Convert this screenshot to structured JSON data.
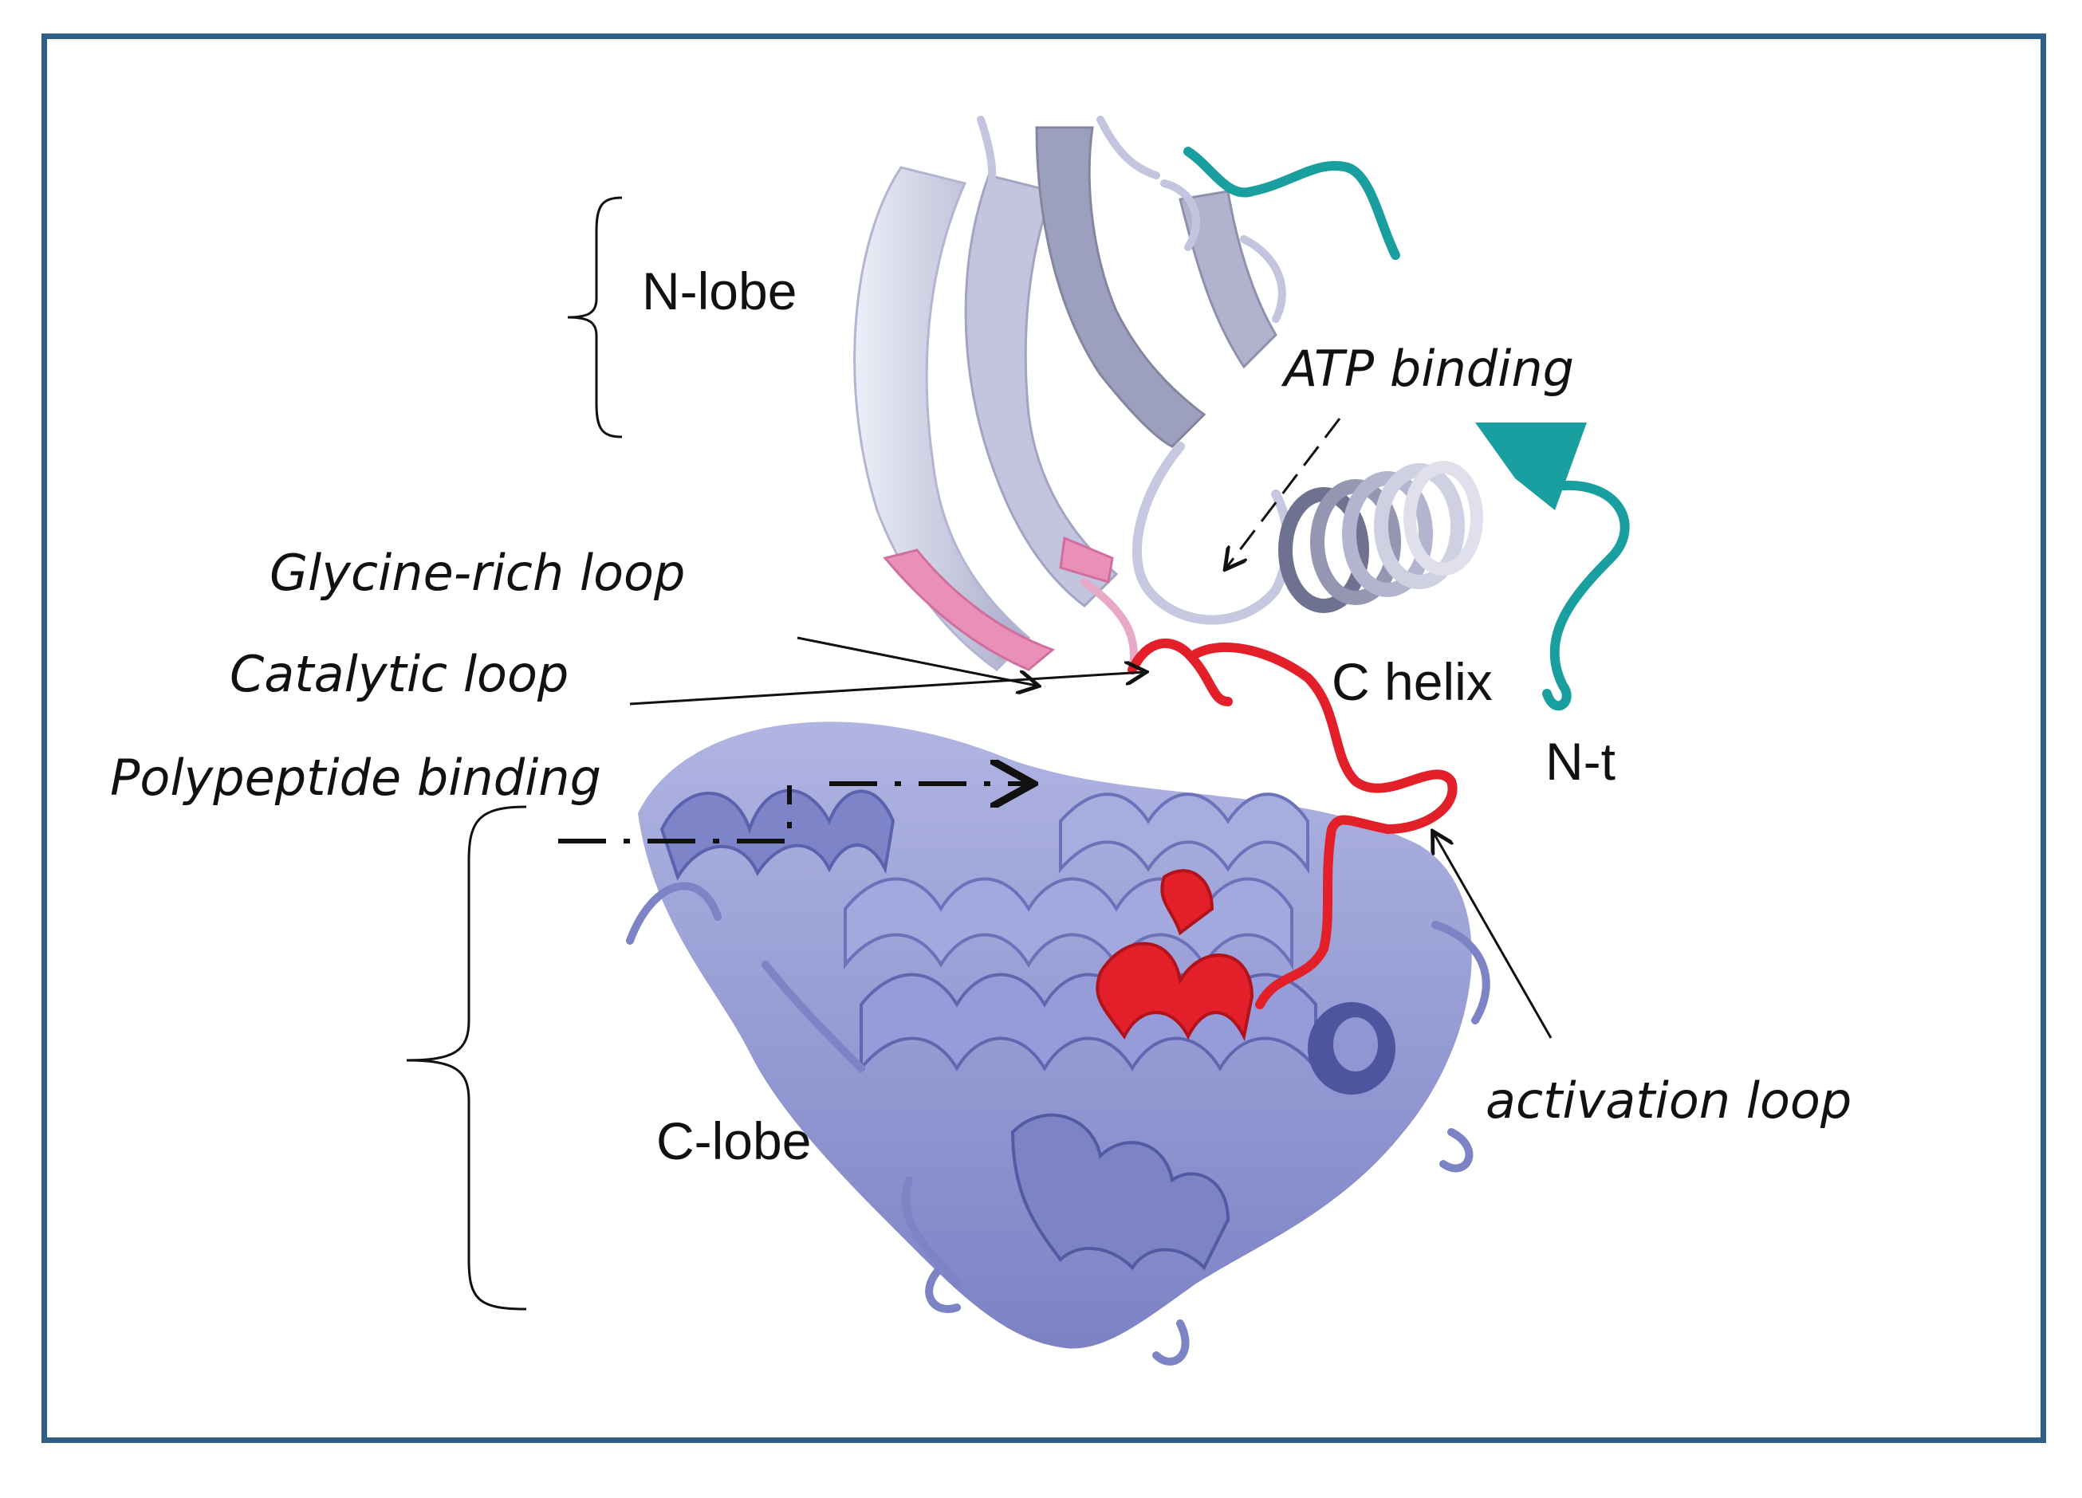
{
  "title": "",
  "colors": {
    "frame": "#2f5f86",
    "n_lobe": "#c7c9e2",
    "n_lobe_dark": "#9a9cbd",
    "c_lobe": "#8f96d2",
    "c_lobe_dark": "#5a62ad",
    "activation_loop": "#e3202a",
    "glycine_loop": "#e98fb8",
    "n_terminus": "#1a9fa0",
    "text": "#111111"
  },
  "labels": {
    "n_lobe": "N-lobe",
    "c_lobe": "C-lobe",
    "atp_binding": "ATP binding",
    "glycine_rich_loop": "Glycine-rich loop",
    "catalytic_loop": "Catalytic loop",
    "polypeptide_binding": "Polypeptide binding",
    "c_helix": "C helix",
    "n_terminus": "N-t",
    "activation_loop": "activation loop"
  },
  "icons": {
    "structure": "protein-kinase-ribbon-structure",
    "bracket": "curly-brace-icon",
    "arrow": "arrow-icon"
  }
}
